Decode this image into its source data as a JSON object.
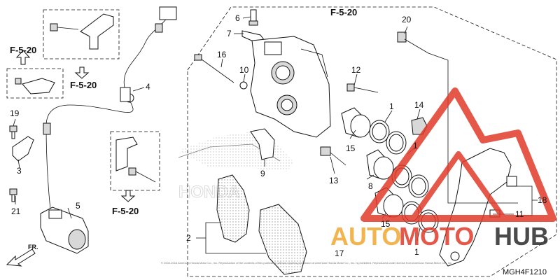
{
  "callouts": {
    "n1a": "1",
    "n1b": "1",
    "n1c": "1",
    "n2": "2",
    "n3": "3",
    "n4": "4",
    "n5": "5",
    "n6": "6",
    "n7": "7",
    "n8": "8",
    "n9": "9",
    "n10": "10",
    "n11": "11",
    "n12": "12",
    "n13": "13",
    "n14": "14",
    "n15a": "15",
    "n15b": "15",
    "n16": "16",
    "n17": "17",
    "n18": "18",
    "n19": "19",
    "n20": "20",
    "n21": "21"
  },
  "refs": {
    "top_left": "F-5-20",
    "left_mid": "F-5-20",
    "bottom_left": "F-5-20",
    "top_center": "F-5-20"
  },
  "direction_label": "FR.",
  "diagram_code": "MGH4F1210",
  "copyright": "© 2002-2016 American Honda Motor Co., Inc. Reproduction of the contents of this publication without express permission of American Honda Motor Co., Inc. is prohibited. Reproduced under license from American Honda Motor Co., Inc.",
  "watermark": {
    "text_a": "AUTO",
    "text_b": "MOTO",
    "text_c": "HUB",
    "color_orange": "#f0a830",
    "color_red": "#e03a2a",
    "color_dark": "#2b2b2b"
  },
  "background_logo": "HONDA"
}
